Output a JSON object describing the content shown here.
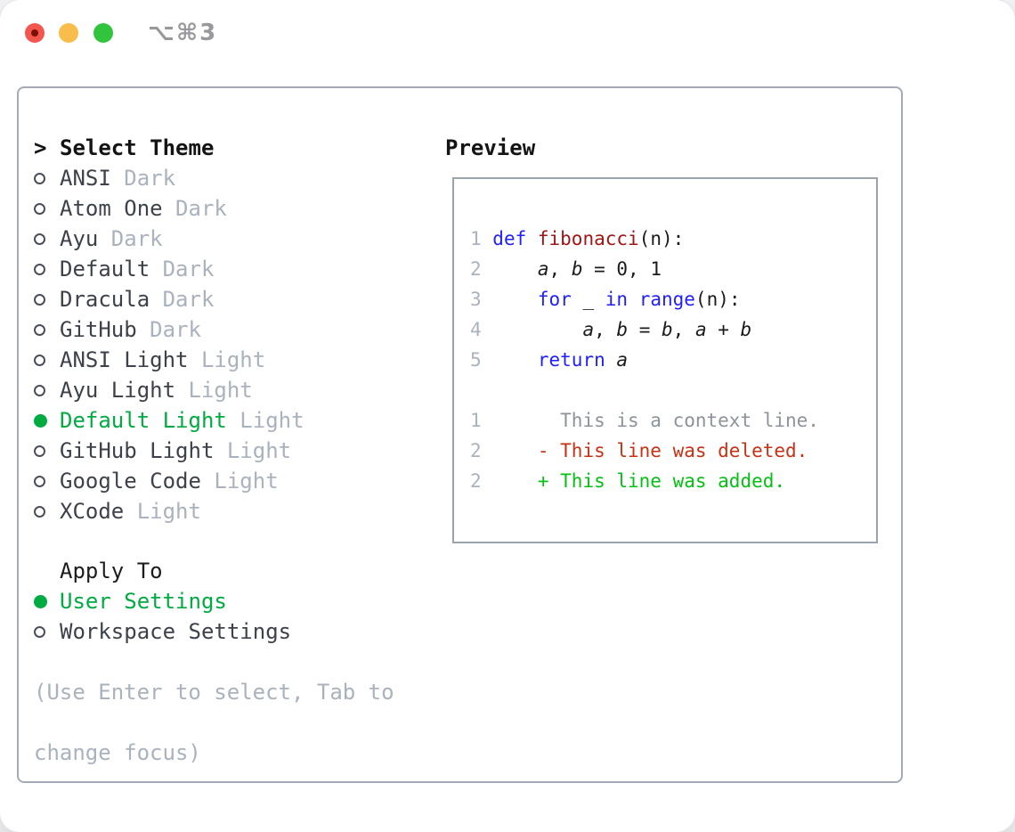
{
  "window": {
    "shortcut": "⌥⌘3"
  },
  "theme_picker": {
    "header_marker": ">",
    "header_label": "Select Theme",
    "items": [
      {
        "name": "ANSI",
        "variant": "Dark",
        "selected": false
      },
      {
        "name": "Atom One",
        "variant": "Dark",
        "selected": false
      },
      {
        "name": "Ayu",
        "variant": "Dark",
        "selected": false
      },
      {
        "name": "Default",
        "variant": "Dark",
        "selected": false
      },
      {
        "name": "Dracula",
        "variant": "Dark",
        "selected": false
      },
      {
        "name": "GitHub",
        "variant": "Dark",
        "selected": false
      },
      {
        "name": "ANSI Light",
        "variant": "Light",
        "selected": false
      },
      {
        "name": "Ayu Light",
        "variant": "Light",
        "selected": false
      },
      {
        "name": "Default Light",
        "variant": "Light",
        "selected": true
      },
      {
        "name": "GitHub Light",
        "variant": "Light",
        "selected": false
      },
      {
        "name": "Google Code",
        "variant": "Light",
        "selected": false
      },
      {
        "name": "XCode",
        "variant": "Light",
        "selected": false
      }
    ],
    "apply_to_label": "Apply To",
    "apply_to_options": [
      {
        "name": "User Settings",
        "selected": true
      },
      {
        "name": "Workspace Settings",
        "selected": false
      }
    ],
    "hint_lines": [
      "(Use Enter to select, Tab to",
      "change focus)"
    ]
  },
  "preview": {
    "label": "Preview",
    "lines": [
      [
        {
          "t": "1 ",
          "c": "num"
        },
        {
          "t": "def ",
          "c": "kw"
        },
        {
          "t": "fibonacci",
          "c": "fn"
        },
        {
          "t": "(n):",
          "c": "code"
        }
      ],
      [
        {
          "t": "2 ",
          "c": "num"
        },
        {
          "t": "    ",
          "c": "code"
        },
        {
          "t": "a",
          "c": "var"
        },
        {
          "t": ", ",
          "c": "code"
        },
        {
          "t": "b",
          "c": "var"
        },
        {
          "t": " = 0, 1",
          "c": "code"
        }
      ],
      [
        {
          "t": "3 ",
          "c": "num"
        },
        {
          "t": "    ",
          "c": "code"
        },
        {
          "t": "for ",
          "c": "kw"
        },
        {
          "t": "_",
          "c": "var"
        },
        {
          "t": " ",
          "c": "code"
        },
        {
          "t": "in range",
          "c": "kw"
        },
        {
          "t": "(n):",
          "c": "code"
        }
      ],
      [
        {
          "t": "4 ",
          "c": "num"
        },
        {
          "t": "        ",
          "c": "code"
        },
        {
          "t": "a",
          "c": "var"
        },
        {
          "t": ", ",
          "c": "code"
        },
        {
          "t": "b",
          "c": "var"
        },
        {
          "t": " = ",
          "c": "code"
        },
        {
          "t": "b",
          "c": "var"
        },
        {
          "t": ", ",
          "c": "code"
        },
        {
          "t": "a",
          "c": "var"
        },
        {
          "t": " + ",
          "c": "code"
        },
        {
          "t": "b",
          "c": "var"
        }
      ],
      [
        {
          "t": "5 ",
          "c": "num"
        },
        {
          "t": "    ",
          "c": "code"
        },
        {
          "t": "return ",
          "c": "kw"
        },
        {
          "t": "a",
          "c": "var"
        }
      ],
      [],
      [
        {
          "t": "1",
          "c": "num"
        },
        {
          "t": "       This is a context line.",
          "c": "ctx"
        }
      ],
      [
        {
          "t": "2",
          "c": "num"
        },
        {
          "t": "     - This line was deleted.",
          "c": "del"
        }
      ],
      [
        {
          "t": "2",
          "c": "num"
        },
        {
          "t": "     + This line was added.",
          "c": "add"
        }
      ]
    ]
  },
  "colors": {
    "keyword": "#1f1fff",
    "function": "#a31515",
    "code_text": "#1b1b1b",
    "line_number": "#a9b2bd",
    "context_line": "#8d939b",
    "deleted_line": "#c93114",
    "added_line": "#04c113",
    "selection_green": "#00ab41",
    "item_text": "#3d424a",
    "muted_text": "#a9b2bd",
    "header_text": "#141414",
    "panel_border": "#a4abb6",
    "preview_border": "#9aa2ac",
    "traffic_red": "#f2564d",
    "traffic_red_dot": "#7c1007",
    "traffic_yellow": "#f8bd4b",
    "traffic_green": "#31c53e",
    "title_text": "#98989d"
  }
}
